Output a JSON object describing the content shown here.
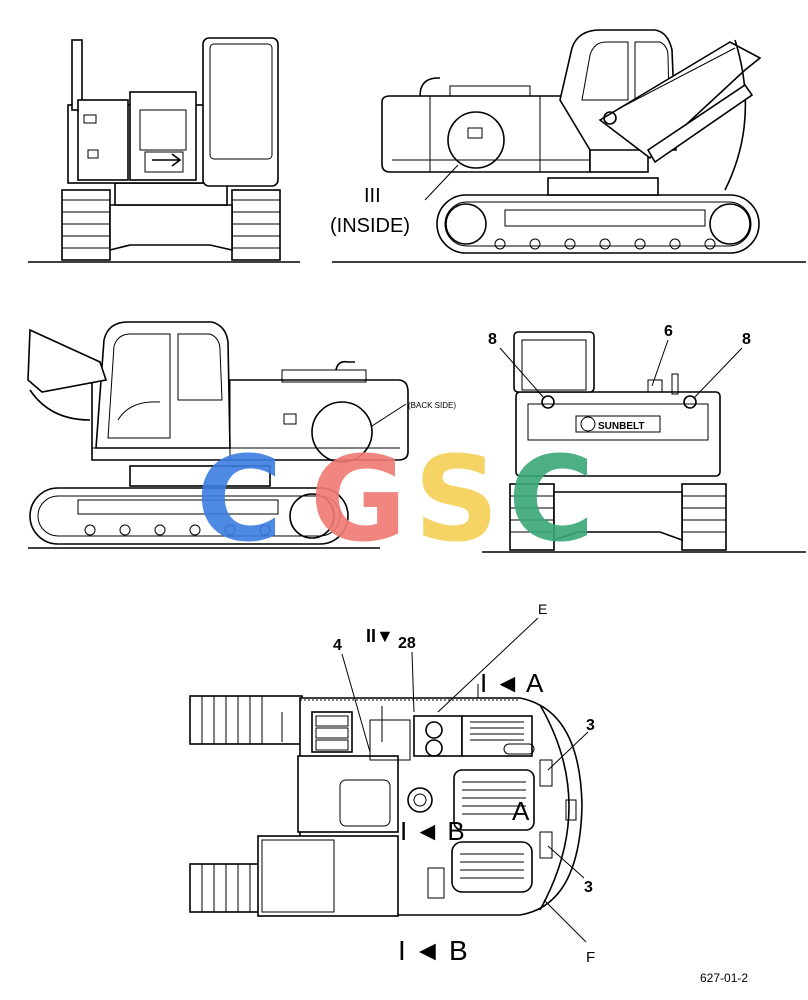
{
  "views": {
    "side_right": {
      "callout_numeral": "III",
      "callout_text": "(INSIDE)"
    },
    "side_left": {
      "callout_text": "(BACK SIDE)"
    },
    "rear": {
      "label_left": "8",
      "label_center": "6",
      "label_right": "8",
      "brand_text": "SUNBELT"
    },
    "top": {
      "label_4": "4",
      "label_28": "28",
      "label_E": "E",
      "label_II": "II▼",
      "label_IA": "I ◄ A",
      "label_3_top": "3",
      "label_3_bottom": "3",
      "label_IB_inner": "I ◄ B",
      "label_A_inner": "A",
      "label_IB_outer": "I ◄ B",
      "label_F": "F"
    }
  },
  "watermark": {
    "letters": [
      "C",
      "G",
      "S",
      "C"
    ],
    "colors": [
      "#3b7de0",
      "#f07a73",
      "#f4cf54",
      "#3aa777"
    ]
  },
  "figure_id": "627-01-2"
}
